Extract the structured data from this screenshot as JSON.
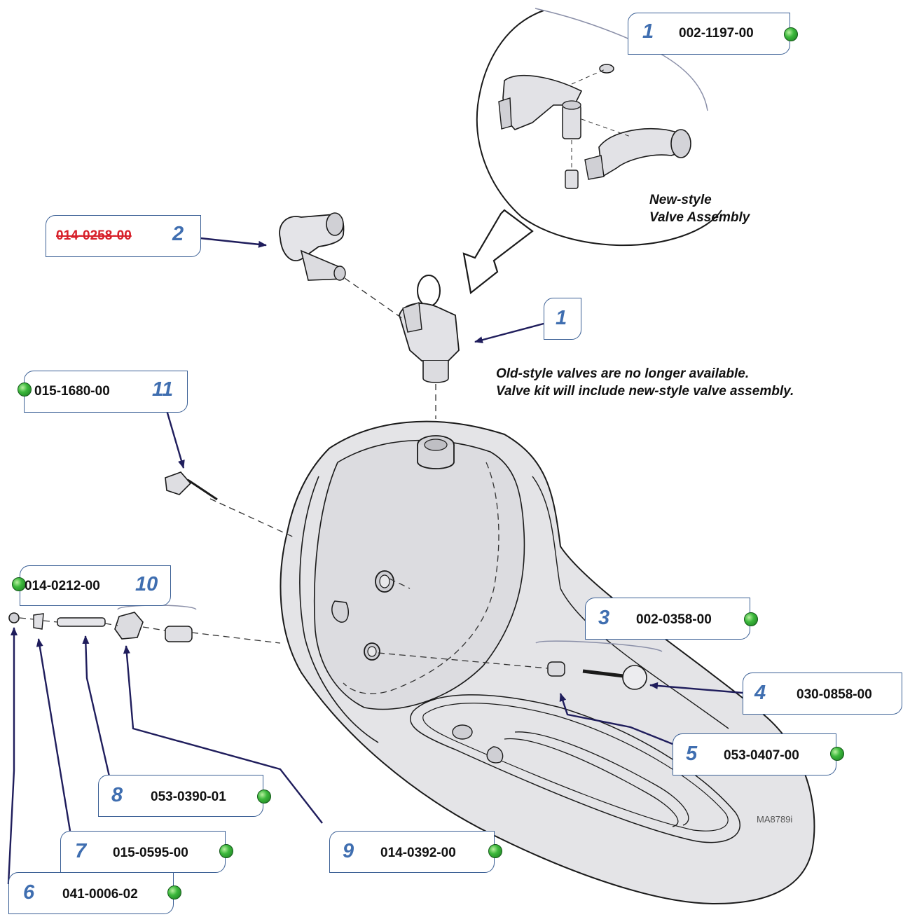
{
  "diagram": {
    "callouts": [
      {
        "id": "c1top",
        "number": "1",
        "part": "002-1197-00",
        "available": true
      },
      {
        "id": "c2",
        "number": "2",
        "part": "014-0258-00",
        "available": false
      },
      {
        "id": "c1",
        "number": "1",
        "part": "",
        "available": null
      },
      {
        "id": "c11",
        "number": "11",
        "part": "015-1680-00",
        "available": true
      },
      {
        "id": "c10",
        "number": "10",
        "part": "014-0212-00",
        "available": true
      },
      {
        "id": "c3",
        "number": "3",
        "part": "002-0358-00",
        "available": true
      },
      {
        "id": "c4",
        "number": "4",
        "part": "030-0858-00",
        "available": null
      },
      {
        "id": "c5",
        "number": "5",
        "part": "053-0407-00",
        "available": true
      },
      {
        "id": "c8",
        "number": "8",
        "part": "053-0390-01",
        "available": true
      },
      {
        "id": "c7",
        "number": "7",
        "part": "015-0595-00",
        "available": true
      },
      {
        "id": "c9",
        "number": "9",
        "part": "014-0392-00",
        "available": true
      },
      {
        "id": "c6",
        "number": "6",
        "part": "041-0006-02",
        "available": true
      }
    ],
    "inset_label_line1": "New-style",
    "inset_label_line2": "Valve Assembly",
    "note_line1": "Old-style valves are no longer available.",
    "note_line2": "Valve kit will include new-style valve assembly.",
    "drawing_id": "MA8789i",
    "colors": {
      "callout_border": "#3a5f95",
      "callout_number": "#3f6eb0",
      "leader": "#1f1d5c",
      "obsolete_part": "#d7202a",
      "available_dot": "#3cb83c",
      "part_fill": "#e6e6e8"
    }
  }
}
